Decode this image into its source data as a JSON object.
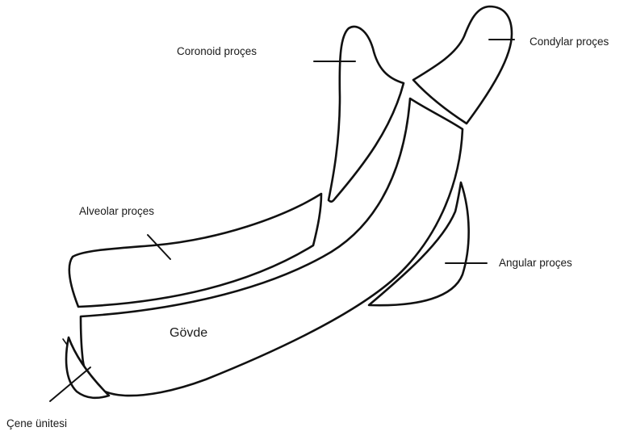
{
  "diagram": {
    "labels": {
      "coronoid": "Coronoid proçes",
      "condylar": "Condylar proçes",
      "alveolar": "Alveolar proçes",
      "angular": "Angular proçes",
      "body": "Gövde",
      "symphysis": "Çene ünitesi"
    },
    "line_color": "#111111",
    "background": "#ffffff"
  }
}
